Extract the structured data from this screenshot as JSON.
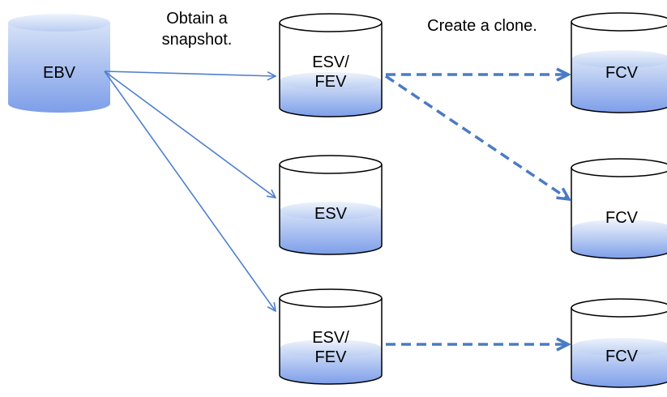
{
  "labels": {
    "obtain_snapshot": "Obtain a snapshot.",
    "create_clone": "Create a clone."
  },
  "volumes": {
    "ebv": "EBV",
    "esv_fev_top": "ESV/ FEV",
    "esv_middle": "ESV",
    "esv_fev_bottom": "ESV/ FEV",
    "fcv_top": "FCV",
    "fcv_middle": "FCV",
    "fcv_bottom": "FCV"
  },
  "colors": {
    "fill_light": "#d6e2f7",
    "fill_dark": "#7d9ee9",
    "solid_arrow": "#4f7fcf",
    "dashed_arrow": "#4a7bc4",
    "outline": "#000000"
  }
}
